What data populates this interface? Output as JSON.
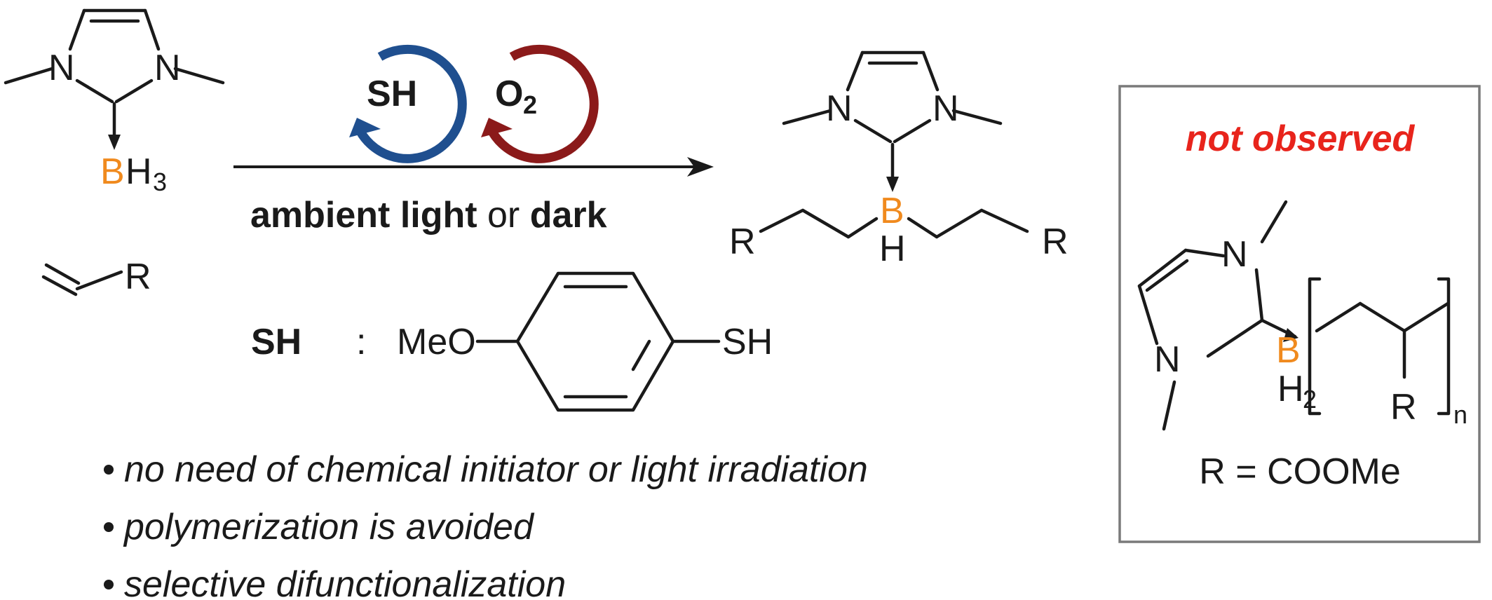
{
  "colors": {
    "boron": "#f08a1e",
    "cycle_thiol": "#1f4f8f",
    "cycle_oxygen": "#8b1a1a",
    "warning": "#e8241c",
    "box_border": "#7a7a7a",
    "ink": "#1a1a1a"
  },
  "reactant": {
    "n_left": "N",
    "n_right": "N",
    "boron": "B",
    "h": "H",
    "h_sub": "3",
    "alkene_r": "R"
  },
  "cycles": {
    "thiol_label": "SH",
    "oxygen_label": "O",
    "oxygen_sub": "2"
  },
  "conditions": {
    "ambient_light": "ambient light",
    "or": "or",
    "dark": "dark"
  },
  "product": {
    "n_left": "N",
    "n_right": "N",
    "boron": "B",
    "boron_h": "H",
    "r_left": "R",
    "r_right": "R"
  },
  "thiol_legend": {
    "abbrev": "SH",
    "colon": ":",
    "meo": "MeO",
    "sh": "SH"
  },
  "bullets": [
    "no need of chemical initiator or light irradiation",
    "polymerization is avoided",
    "selective difunctionalization"
  ],
  "not_observed": {
    "title": "not observed",
    "n_top": "N",
    "n_bottom": "N",
    "boron": "B",
    "h": "H",
    "h_sub": "2",
    "n_index": "n",
    "r": "R",
    "r_definition": "R = COOMe"
  }
}
